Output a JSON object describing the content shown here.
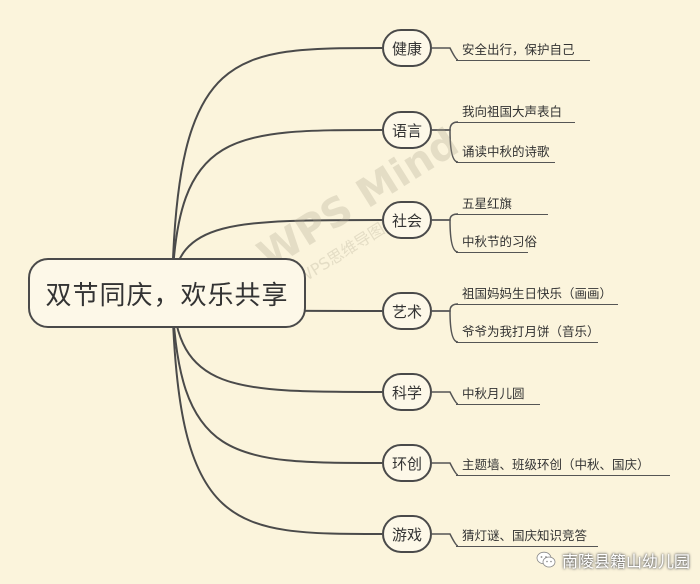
{
  "root": {
    "label": "双节同庆，欢乐共享"
  },
  "branches": [
    {
      "label": "健康",
      "items": [
        "安全出行，保护自己"
      ]
    },
    {
      "label": "语言",
      "items": [
        "我向祖国大声表白",
        "诵读中秋的诗歌"
      ]
    },
    {
      "label": "社会",
      "items": [
        "五星红旗",
        "中秋节的习俗"
      ]
    },
    {
      "label": "艺术",
      "items": [
        "祖国妈妈生日快乐（画画）",
        "爷爷为我打月饼（音乐）"
      ]
    },
    {
      "label": "科学",
      "items": [
        "中秋月儿圆"
      ]
    },
    {
      "label": "环创",
      "items": [
        "主题墙、班级环创（中秋、国庆）"
      ]
    },
    {
      "label": "游戏",
      "items": [
        "猜灯谜、国庆知识竞答"
      ]
    }
  ],
  "watermark": {
    "main": "WPS Mind",
    "sub": "WPS思维导图能力"
  },
  "source": {
    "label": "南陵县籍山幼儿园",
    "icon": "wechat-icon"
  },
  "colors": {
    "background": "#fbf4dc",
    "line": "#4a4a4a"
  }
}
